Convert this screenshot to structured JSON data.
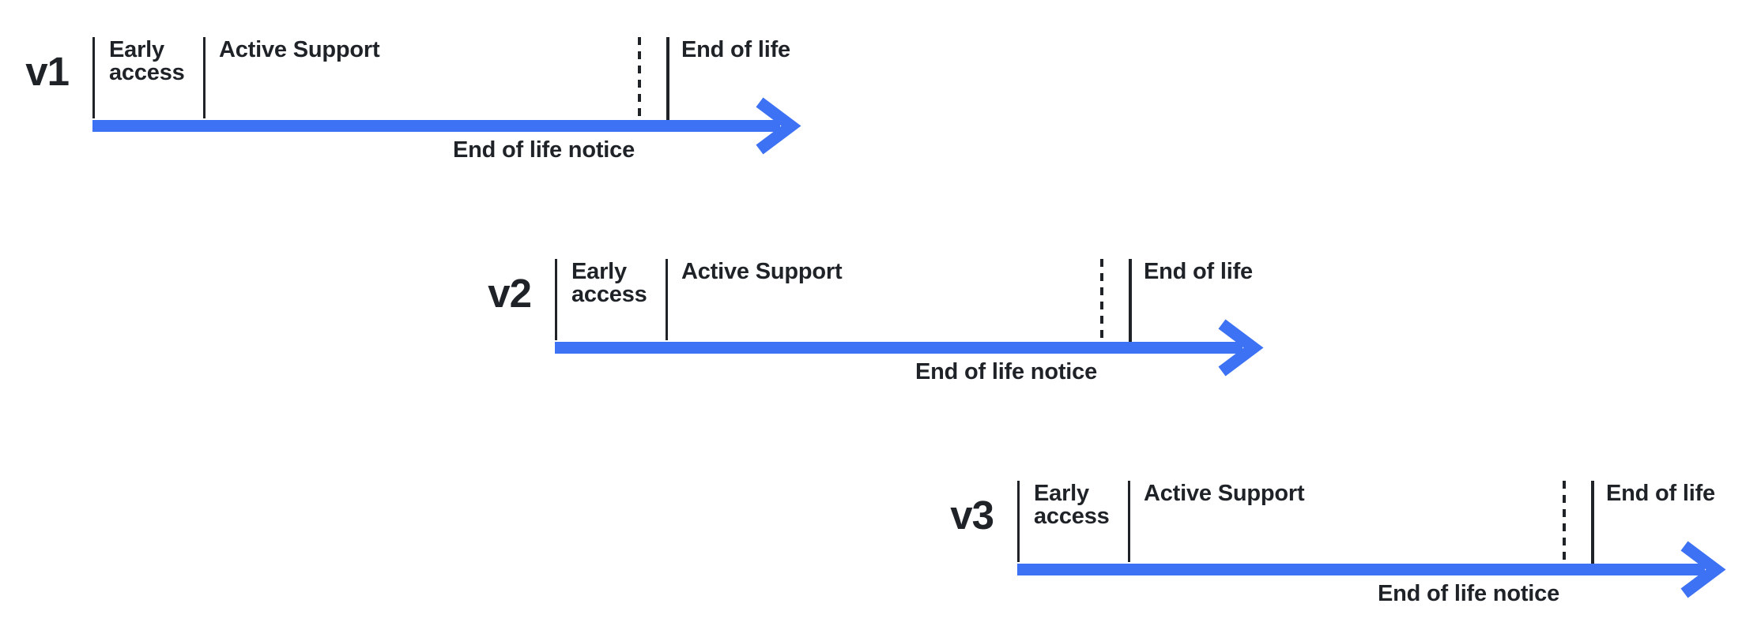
{
  "colors": {
    "accent_blue": "#3E72F4",
    "ink": "#1F2328"
  },
  "timelines": [
    {
      "version": "v1",
      "phases": {
        "early_access": "Early access",
        "active_support": "Active Support",
        "end_of_life": "End of life"
      },
      "notice_label": "End of life notice"
    },
    {
      "version": "v2",
      "phases": {
        "early_access": "Early access",
        "active_support": "Active Support",
        "end_of_life": "End of life"
      },
      "notice_label": "End of life notice"
    },
    {
      "version": "v3",
      "phases": {
        "early_access": "Early access",
        "active_support": "Active Support",
        "end_of_life": "End of life"
      },
      "notice_label": "End of life notice"
    }
  ]
}
